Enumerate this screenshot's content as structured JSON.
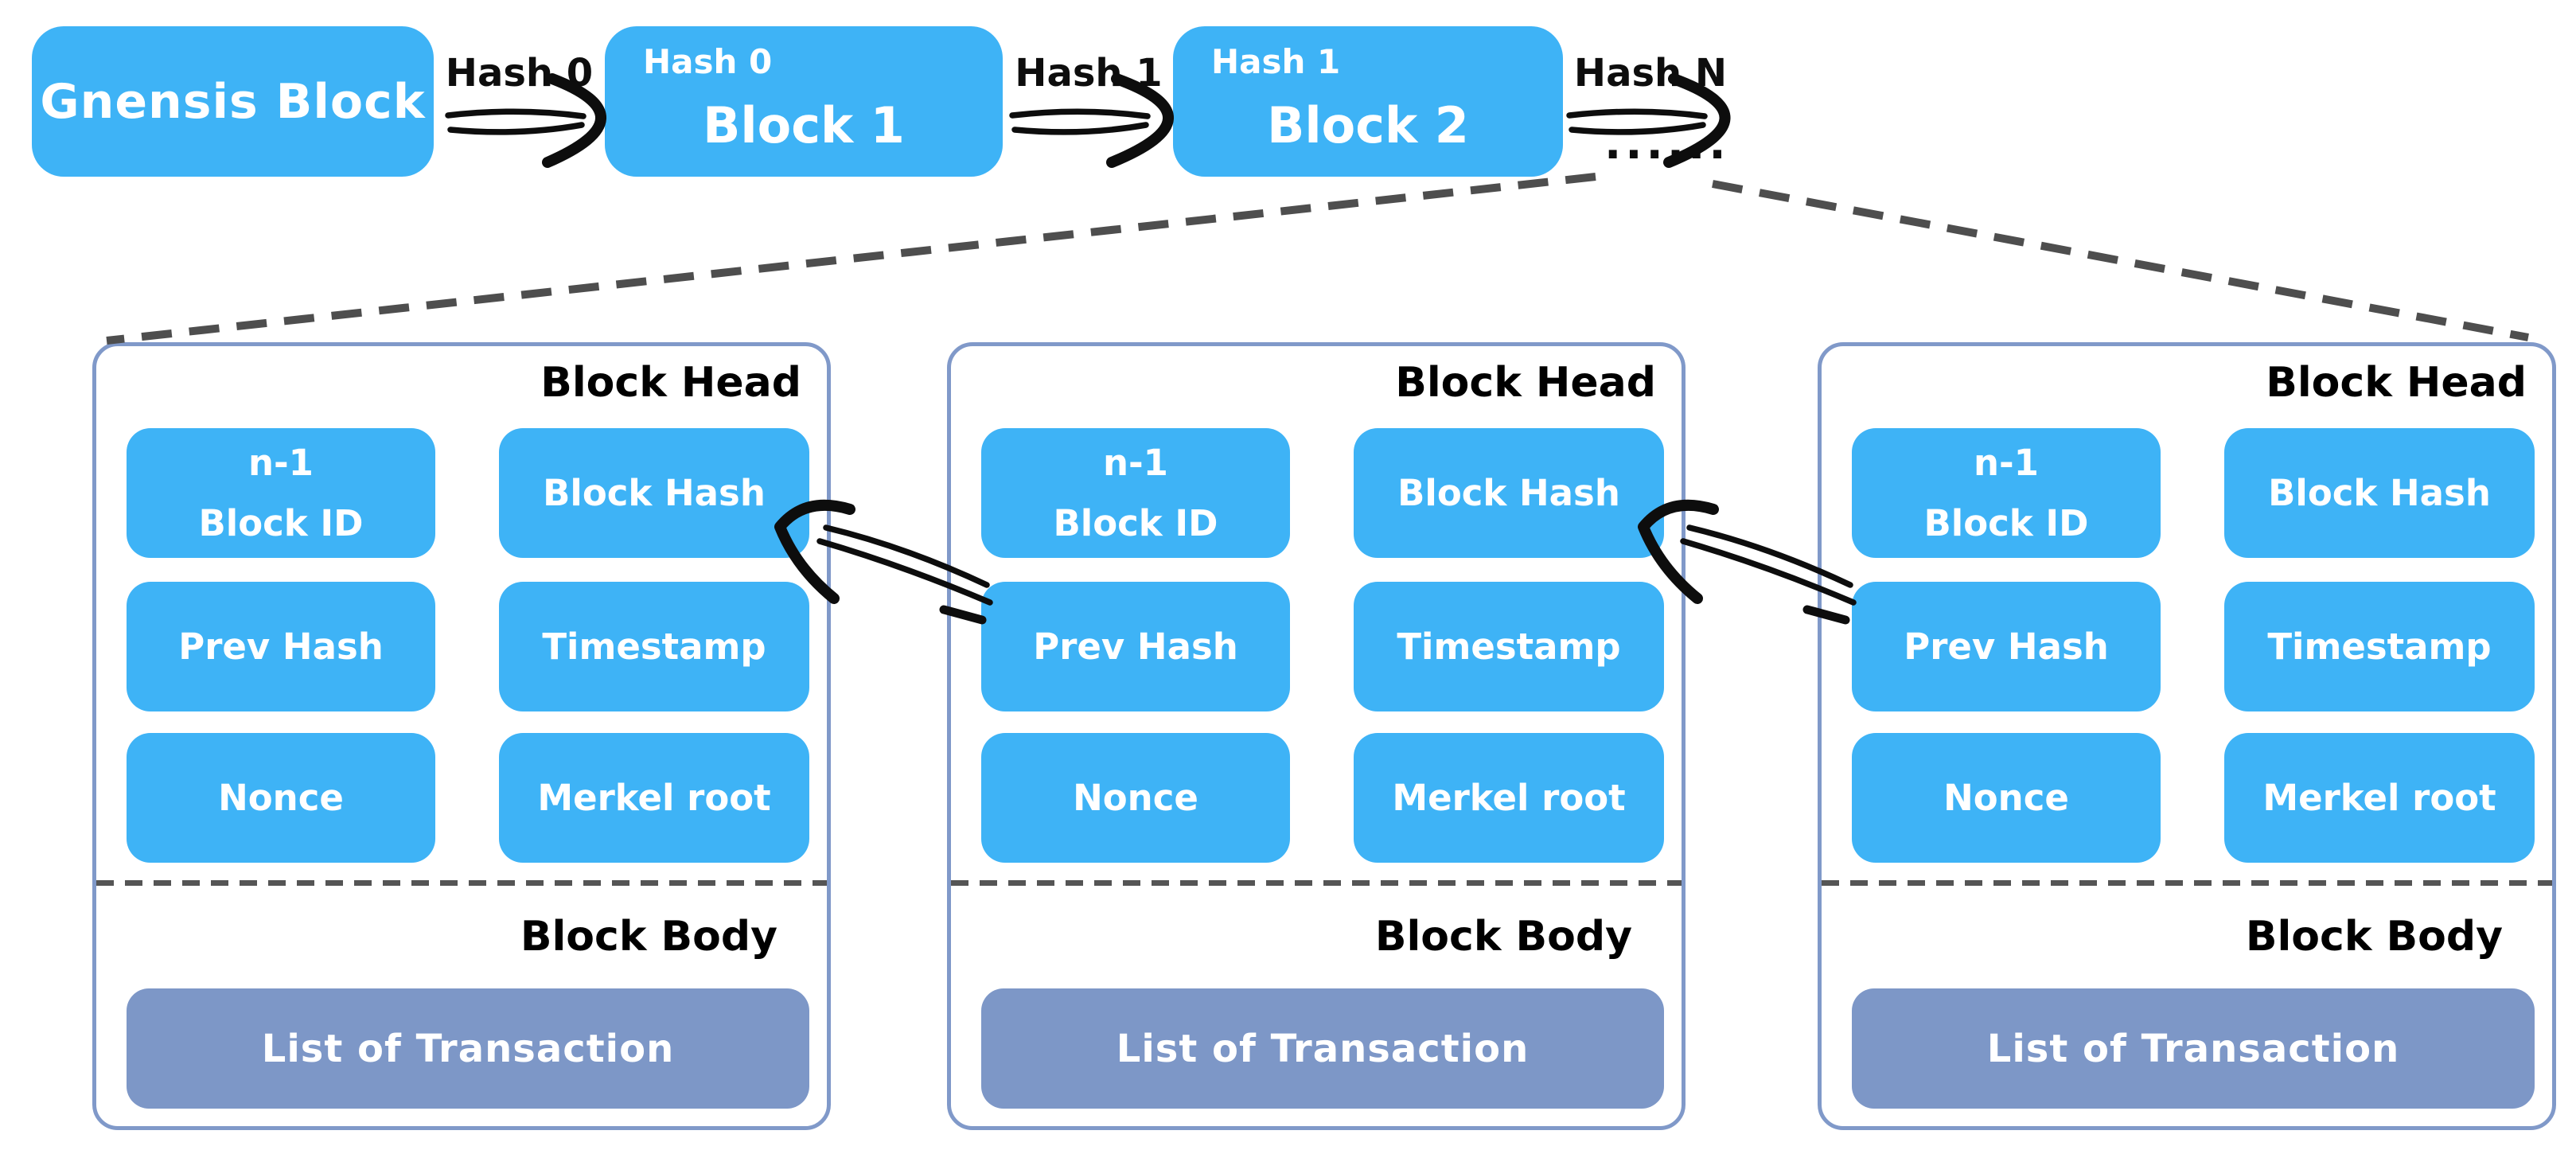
{
  "colors": {
    "chip_blue": "#3eb3f6",
    "body_chip_blue": "#7d97c7",
    "card_border": "#8099c9",
    "dash_color": "#4e4e4e",
    "ink": "#0d0d0d"
  },
  "chain": {
    "genesis_label": "Gnensis Block",
    "blocks": [
      {
        "hash_tag": "Hash 0",
        "label": "Block 1"
      },
      {
        "hash_tag": "Hash 1",
        "label": "Block 2"
      }
    ],
    "links": [
      {
        "label": "Hash 0"
      },
      {
        "label": "Hash 1"
      },
      {
        "label": "Hash N"
      }
    ],
    "ellipsis": "......"
  },
  "cards": [
    {
      "head_label": "Block Head",
      "body_label": "Block Body",
      "chips": {
        "block_id_top": "n-1",
        "block_id": "Block ID",
        "block_hash": "Block Hash",
        "prev_hash": "Prev Hash",
        "timestamp": "Timestamp",
        "nonce": "Nonce",
        "merkel_root": "Merkel root"
      },
      "transactions_label": "List of Transaction"
    },
    {
      "head_label": "Block Head",
      "body_label": "Block Body",
      "chips": {
        "block_id_top": "n-1",
        "block_id": "Block ID",
        "block_hash": "Block Hash",
        "prev_hash": "Prev Hash",
        "timestamp": "Timestamp",
        "nonce": "Nonce",
        "merkel_root": "Merkel root"
      },
      "transactions_label": "List of Transaction"
    },
    {
      "head_label": "Block Head",
      "body_label": "Block Body",
      "chips": {
        "block_id_top": "n-1",
        "block_id": "Block ID",
        "block_hash": "Block Hash",
        "prev_hash": "Prev Hash",
        "timestamp": "Timestamp",
        "nonce": "Nonce",
        "merkel_root": "Merkel root"
      },
      "transactions_label": "List of Transaction"
    }
  ]
}
